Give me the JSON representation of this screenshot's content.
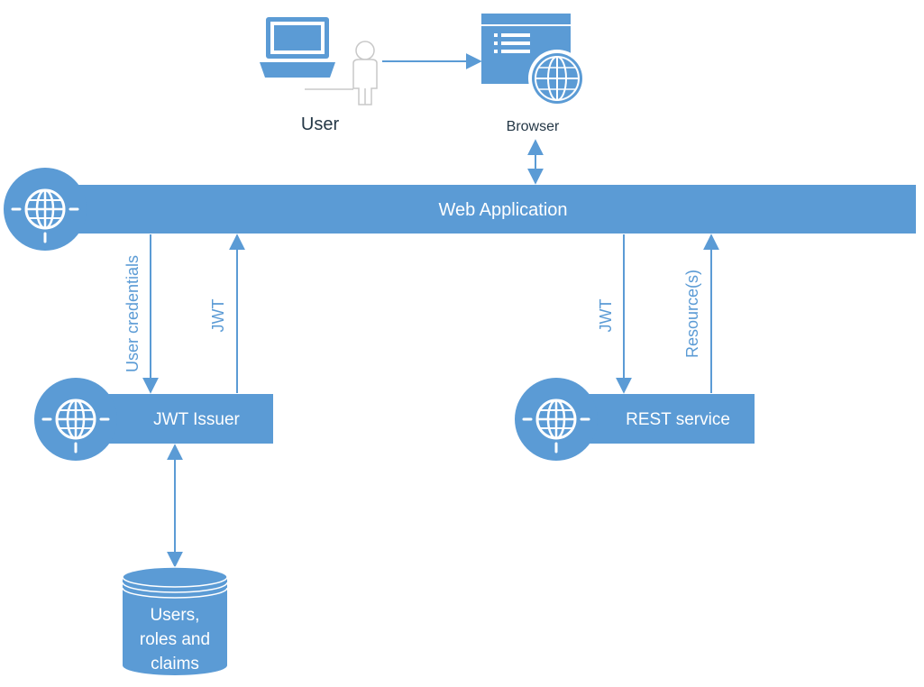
{
  "nodes": {
    "user": {
      "label": "User"
    },
    "browser": {
      "label": "Browser"
    },
    "web_app": {
      "label": "Web Application"
    },
    "jwt_issuer": {
      "label": "JWT Issuer"
    },
    "rest_service": {
      "label": "REST service"
    },
    "database": {
      "lines": [
        "Users,",
        "roles and",
        "claims"
      ]
    }
  },
  "edges": {
    "user_credentials": {
      "label": "User credentials"
    },
    "jwt_to_app": {
      "label": "JWT"
    },
    "jwt_to_rest": {
      "label": "JWT"
    },
    "resources": {
      "label": "Resource(s)"
    }
  },
  "colors": {
    "primary": "#5b9bd5",
    "stroke": "#4a89c4",
    "text_dark": "#243746",
    "person_outline": "#c8c8c8"
  },
  "icons": [
    "laptop-icon",
    "person-icon",
    "browser-window-icon",
    "globe-icon",
    "database-icon"
  ]
}
